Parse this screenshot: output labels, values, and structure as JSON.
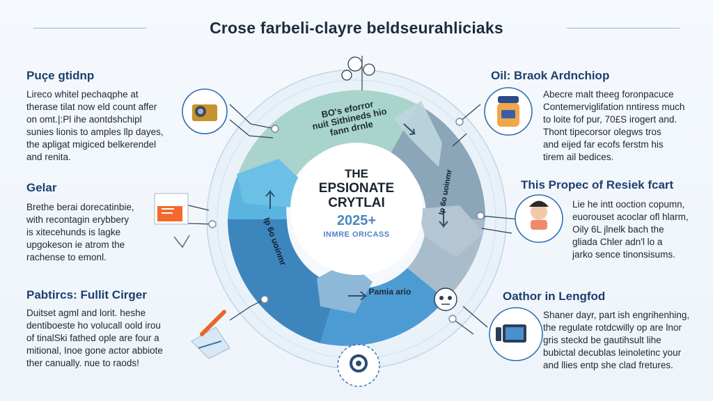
{
  "title": "Crose farbeli-clayre beldseurahliciaks",
  "center": {
    "line1": "THE",
    "line2": "EPSIONATE",
    "line3": "CRYTLAI",
    "year": "2025+",
    "subtitle": "INMRE ORICASS"
  },
  "ring_labels": {
    "top_left": [
      "BO's eforror",
      "nuit Sithineds hio",
      "fann drnle"
    ],
    "bottom_right": "Pamia ario",
    "left_vertical": "Ip 6o uoinmr",
    "right_vertical": "Ip 6o uoinmr"
  },
  "sections": {
    "top_left": {
      "heading": "Puçe gtidnp",
      "lines": [
        "Lireco whitel pechaqphe at",
        "therase tilat now eld count affer",
        "on omt.|:Pl ihe aontdshchipl",
        "sunies lionis to amples llp dayes,",
        "the apligat migiced belkerendel",
        "and renita."
      ]
    },
    "mid_left": {
      "heading": "Gelar",
      "lines": [
        "Brethe berai dorecatinbie,",
        "with recontagin erybbery",
        "is xitecehunds is lagke",
        "upgokeson ie atrom the",
        "rachense to emonl."
      ]
    },
    "bottom_left": {
      "heading": "Pabtircs: Fullit Cirger",
      "lines": [
        "Duitset agml and lorit. heshe",
        "dentiboeste ho volucall oold irou",
        "of tinalSki fathed ople are four a",
        "mitional, Inoe gone actor abbiote",
        "ther canually. nue to raods!"
      ]
    },
    "top_right": {
      "heading": "Oil: Braok Ardnchiop",
      "lines": [
        "Abecre malt theeg foronpacuce",
        "Contemerviglifation nntiress much",
        "to loite fof pur, 70£S irogert and.",
        "Thont tipecorsor olegws tros",
        "and eijed far ecofs ferstm his",
        "tirem ail bedices."
      ]
    },
    "mid_right": {
      "heading": "This Propec of Resiek fcart",
      "lines": [
        "Lie he intt ooction copumn,",
        "euorouset acoclar ofl hlarm,",
        "Oily 6L jlnelk bach the",
        "gliada Chler adn'l lo a",
        "jarko sence tinonsisums."
      ]
    },
    "bottom_right": {
      "heading": "Oathor in Lengfod",
      "lines": [
        "Shaner dayr, part ish engrihenhing,",
        "the regulate rotdcwilly op are lnor",
        "gris steckd be gautihsult lihe",
        "bubictal decublas leinoletinc your",
        "and llies entp she clad fretures."
      ]
    }
  },
  "icons": [
    "camera-icon",
    "jar-icon",
    "document-icon",
    "mascot-icon",
    "pen-paper-icon",
    "device-icon",
    "gear-icon"
  ],
  "colors": {
    "ring_teal": "#a8d4cc",
    "ring_blue": "#5aa3d6",
    "ring_grey": "#8aa4b8",
    "ring_dark_blue": "#3f8cc4",
    "heading": "#1c3f6e",
    "accent": "#4b86c2"
  }
}
